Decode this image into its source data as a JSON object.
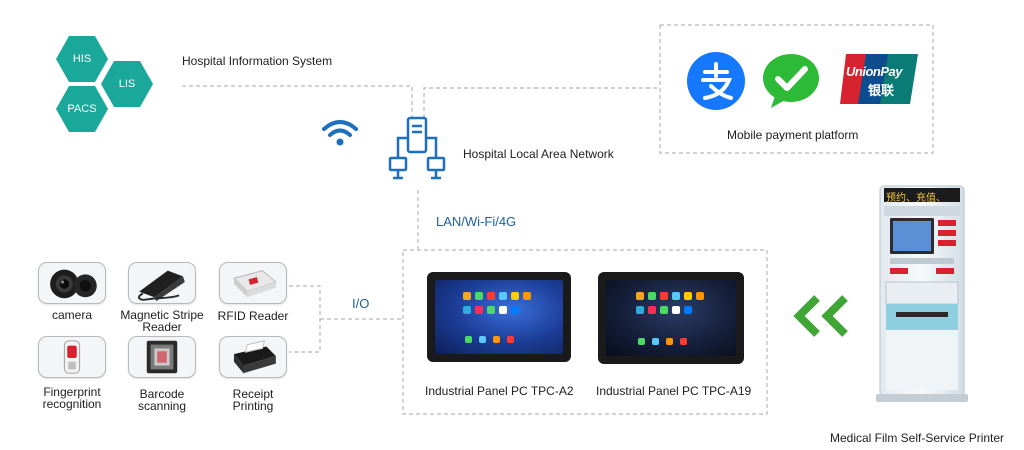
{
  "diagram": {
    "his": "HIS",
    "lis": "LIS",
    "pacs": "PACS",
    "his_system": "Hospital Information System",
    "lan_network": "Hospital Local Area Network",
    "payment_platform": "Mobile payment platform",
    "lan_wifi": "LAN/Wi-Fi/4G",
    "io": "I/O",
    "devices": {
      "camera": "camera",
      "magstripe": "Magnetic Stripe\nReader",
      "rfid": "RFID Reader",
      "fingerprint": "Fingerprint\nrecognition",
      "barcode": "Barcode\nscanning",
      "receipt": "Receipt\nPrinting"
    },
    "panel_a2": "Industrial Panel PC TPC-A2",
    "panel_a19": "Industrial Panel PC TPC-A19",
    "printer": "Medical Film Self-Service Printer",
    "kiosk_screen_text": "预约、充值、",
    "unionpay_top": "UnionPay",
    "unionpay_bottom": "银联"
  },
  "colors": {
    "teal": "#1aa89a",
    "blue": "#1f6fbf",
    "green": "#3fa535",
    "alipay": "#1677ff",
    "wechat": "#2dbb37",
    "unionpay_red": "#d6232f",
    "unionpay_blue": "#0d4c8f",
    "unionpay_green": "#0b7c75"
  },
  "icons": [
    "wifi-icon",
    "server-network-icon",
    "alipay-icon",
    "wechat-pay-icon",
    "unionpay-icon",
    "chevron-double-left-icon"
  ]
}
